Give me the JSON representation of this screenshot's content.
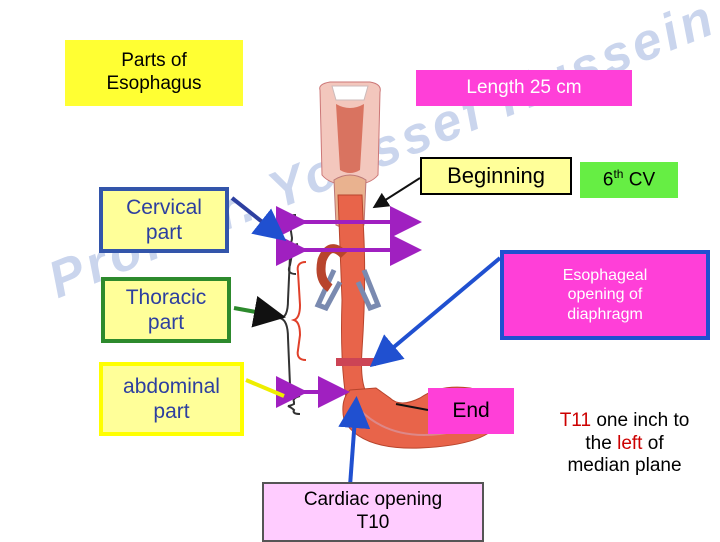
{
  "watermark": "Prof Dr. Youssef Hussein",
  "labels": {
    "parts_title_line1": "Parts of",
    "parts_title_line2": "Esophagus",
    "length": "Length 25 cm",
    "beginning": "Beginning",
    "cv_number": "6",
    "cv_sup": "th",
    "cv_suffix": " CV",
    "cervical_line1": "Cervical",
    "cervical_line2": "part",
    "thoracic_line1": "Thoracic",
    "thoracic_line2": "part",
    "abdominal_line1": "abdominal",
    "abdominal_line2": "part",
    "eso_opening_line1": "Esophageal",
    "eso_opening_line2": "opening of",
    "eso_opening_line3": "diaphragm",
    "end": "End",
    "t11_code": "T11",
    "t11_rest1": " one inch to",
    "t11_the": "the ",
    "t11_left": "left",
    "t11_of": " of",
    "t11_line3": "median plane",
    "cardiac_line1": "Cardiac opening",
    "cardiac_line2": "T10"
  },
  "colors": {
    "yellow": "#ffff33",
    "light_yellow": "#ffff99",
    "magenta": "#ff3fd8",
    "green": "#66ee44",
    "blue_border": "#3355aa",
    "arrow_purple": "#a020c0",
    "arrow_blue": "#2050d0",
    "organ_red": "#e8644a",
    "watermark": "#b9c8e8"
  }
}
